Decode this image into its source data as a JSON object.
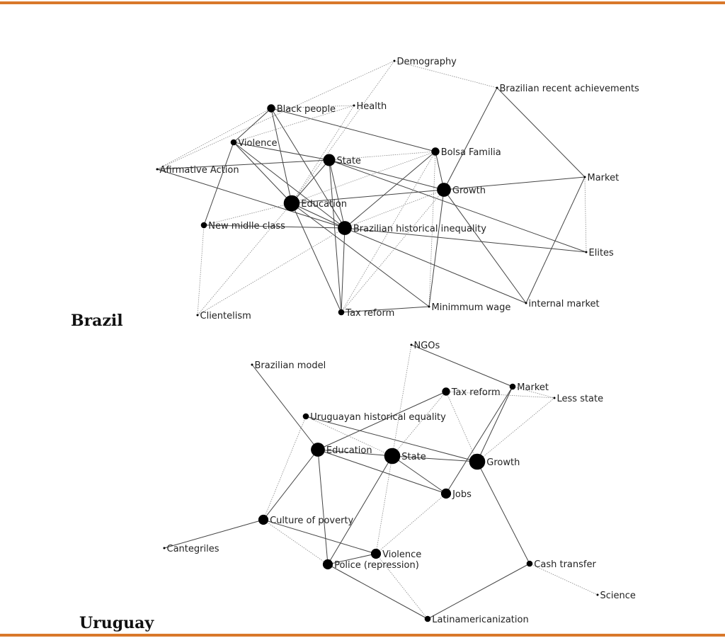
{
  "colors": {
    "rule": "#d9782a",
    "edge": "#555555",
    "node": "#000000"
  },
  "networks": [
    {
      "id": "brazil",
      "title": "Brazil",
      "nodes": [
        {
          "id": "demography",
          "label": "Demography",
          "size": 1
        },
        {
          "id": "bra_recent",
          "label": "Brazilian recent achievements",
          "size": 1
        },
        {
          "id": "black",
          "label": "Black people",
          "size": 3
        },
        {
          "id": "health",
          "label": "Health",
          "size": 1
        },
        {
          "id": "violence",
          "label": "Violence",
          "size": 2
        },
        {
          "id": "afirm",
          "label": "Afirmative Action",
          "size": 1
        },
        {
          "id": "state",
          "label": "State",
          "size": 5
        },
        {
          "id": "bolsa",
          "label": "Bolsa Familia",
          "size": 3
        },
        {
          "id": "growth",
          "label": "Growth",
          "size": 6
        },
        {
          "id": "market",
          "label": "Market",
          "size": 1
        },
        {
          "id": "education",
          "label": "Education",
          "size": 7
        },
        {
          "id": "newmid",
          "label": "New midlle class",
          "size": 2
        },
        {
          "id": "bhi",
          "label": "Brazilian historical inequality",
          "size": 6
        },
        {
          "id": "elites",
          "label": "Elites",
          "size": 1
        },
        {
          "id": "client",
          "label": "Clientelism",
          "size": 1
        },
        {
          "id": "tax",
          "label": "Tax reform",
          "size": 2
        },
        {
          "id": "minwage",
          "label": "Minimmum wage",
          "size": 1
        },
        {
          "id": "intmarket",
          "label": "internal market",
          "size": 1
        }
      ],
      "edges": [
        [
          "demography",
          "afirm",
          "weak"
        ],
        [
          "demography",
          "education",
          "weak"
        ],
        [
          "demography",
          "bra_recent",
          "weak"
        ],
        [
          "bra_recent",
          "market",
          "strong"
        ],
        [
          "bra_recent",
          "growth",
          "strong"
        ],
        [
          "black",
          "afirm",
          "weak"
        ],
        [
          "black",
          "health",
          "weak"
        ],
        [
          "black",
          "bolsa",
          "strong"
        ],
        [
          "black",
          "education",
          "strong"
        ],
        [
          "black",
          "bhi",
          "strong"
        ],
        [
          "black",
          "violence",
          "strong"
        ],
        [
          "health",
          "violence",
          "weak"
        ],
        [
          "health",
          "education",
          "weak"
        ],
        [
          "violence",
          "state",
          "strong"
        ],
        [
          "violence",
          "education",
          "strong"
        ],
        [
          "violence",
          "bhi",
          "strong"
        ],
        [
          "violence",
          "newmid",
          "strong"
        ],
        [
          "afirm",
          "state",
          "strong"
        ],
        [
          "afirm",
          "bhi",
          "strong"
        ],
        [
          "state",
          "bolsa",
          "weak"
        ],
        [
          "state",
          "education",
          "strong"
        ],
        [
          "state",
          "tax",
          "strong"
        ],
        [
          "state",
          "growth",
          "strong"
        ],
        [
          "state",
          "elites",
          "strong"
        ],
        [
          "state",
          "bhi",
          "strong"
        ],
        [
          "bolsa",
          "education",
          "weak"
        ],
        [
          "bolsa",
          "bhi",
          "strong"
        ],
        [
          "bolsa",
          "minwage",
          "weak"
        ],
        [
          "bolsa",
          "growth",
          "strong"
        ],
        [
          "bolsa",
          "tax",
          "weak"
        ],
        [
          "growth",
          "market",
          "strong"
        ],
        [
          "growth",
          "education",
          "strong"
        ],
        [
          "growth",
          "bhi",
          "weak"
        ],
        [
          "growth",
          "minwage",
          "strong"
        ],
        [
          "growth",
          "intmarket",
          "strong"
        ],
        [
          "growth",
          "tax",
          "weak"
        ],
        [
          "market",
          "elites",
          "weak"
        ],
        [
          "market",
          "intmarket",
          "strong"
        ],
        [
          "education",
          "bhi",
          "strong"
        ],
        [
          "education",
          "tax",
          "strong"
        ],
        [
          "education",
          "minwage",
          "strong"
        ],
        [
          "education",
          "newmid",
          "weak"
        ],
        [
          "education",
          "client",
          "weak"
        ],
        [
          "bhi",
          "newmid",
          "strong"
        ],
        [
          "bhi",
          "client",
          "weak"
        ],
        [
          "bhi",
          "elites",
          "strong"
        ],
        [
          "bhi",
          "intmarket",
          "strong"
        ],
        [
          "bhi",
          "tax",
          "strong"
        ],
        [
          "tax",
          "minwage",
          "strong"
        ],
        [
          "newmid",
          "client",
          "weak"
        ]
      ]
    },
    {
      "id": "uruguay",
      "title": "Uruguay",
      "nodes": [
        {
          "id": "ngos",
          "label": "NGOs",
          "size": 1
        },
        {
          "id": "bramodel",
          "label": "Brazilian model",
          "size": 1
        },
        {
          "id": "tax",
          "label": "Tax reform",
          "size": 3
        },
        {
          "id": "market",
          "label": "Market",
          "size": 2
        },
        {
          "id": "lessstate",
          "label": "Less state",
          "size": 1
        },
        {
          "id": "uhe",
          "label": "Uruguayan historical equality",
          "size": 2
        },
        {
          "id": "education",
          "label": "Education",
          "size": 6
        },
        {
          "id": "state",
          "label": "State",
          "size": 7
        },
        {
          "id": "growth",
          "label": "Growth",
          "size": 7
        },
        {
          "id": "jobs",
          "label": "Jobs",
          "size": 4
        },
        {
          "id": "culture",
          "label": "Culture of poverty",
          "size": 4
        },
        {
          "id": "cantegriles",
          "label": "Cantegriles",
          "size": 1
        },
        {
          "id": "violence",
          "label": "Violence",
          "size": 4
        },
        {
          "id": "police",
          "label": "Police (repression)",
          "size": 4
        },
        {
          "id": "cash",
          "label": "Cash transfer",
          "size": 2
        },
        {
          "id": "science",
          "label": "Science",
          "size": 1
        },
        {
          "id": "latin",
          "label": "Latinamericanization",
          "size": 2
        }
      ],
      "edges": [
        [
          "ngos",
          "market",
          "strong"
        ],
        [
          "ngos",
          "state",
          "weak"
        ],
        [
          "bramodel",
          "education",
          "strong"
        ],
        [
          "market",
          "lessstate",
          "weak"
        ],
        [
          "tax",
          "lessstate",
          "weak"
        ],
        [
          "tax",
          "education",
          "strong"
        ],
        [
          "tax",
          "state",
          "weak"
        ],
        [
          "tax",
          "growth",
          "weak"
        ],
        [
          "market",
          "growth",
          "strong"
        ],
        [
          "market",
          "jobs",
          "strong"
        ],
        [
          "lessstate",
          "growth",
          "weak"
        ],
        [
          "uhe",
          "culture",
          "weak"
        ],
        [
          "uhe",
          "state",
          "weak"
        ],
        [
          "uhe",
          "growth",
          "strong"
        ],
        [
          "education",
          "state",
          "strong"
        ],
        [
          "education",
          "jobs",
          "strong"
        ],
        [
          "education",
          "culture",
          "strong"
        ],
        [
          "education",
          "police",
          "strong"
        ],
        [
          "state",
          "growth",
          "strong"
        ],
        [
          "state",
          "jobs",
          "strong"
        ],
        [
          "state",
          "police",
          "strong"
        ],
        [
          "state",
          "violence",
          "weak"
        ],
        [
          "jobs",
          "violence",
          "weak"
        ],
        [
          "culture",
          "cantegriles",
          "strong"
        ],
        [
          "culture",
          "violence",
          "strong"
        ],
        [
          "culture",
          "police",
          "weak"
        ],
        [
          "police",
          "violence",
          "strong"
        ],
        [
          "police",
          "latin",
          "strong"
        ],
        [
          "violence",
          "latin",
          "weak"
        ],
        [
          "growth",
          "cash",
          "strong"
        ],
        [
          "cash",
          "latin",
          "strong"
        ],
        [
          "cash",
          "science",
          "weak"
        ]
      ]
    }
  ]
}
